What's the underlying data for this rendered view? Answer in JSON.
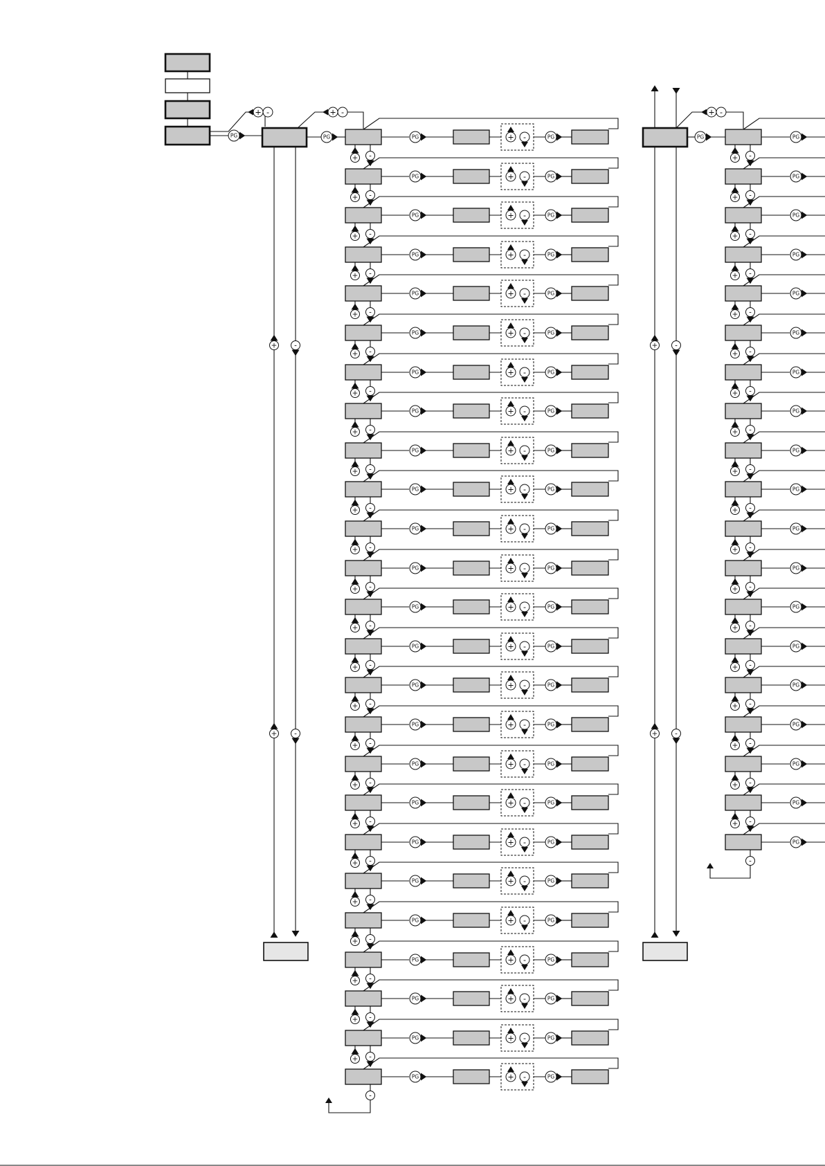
{
  "symbols": {
    "pg": "PG",
    "plus": "+",
    "minus": "-"
  },
  "stages": {
    "left_row_count": 25,
    "right_row_count": 19
  },
  "colors": {
    "box_fill": "#c8c8c8",
    "box_light_fill": "#e6e6e6",
    "line": "#111111",
    "background": "#ffffff"
  },
  "icons": [
    "pg-circle-icon",
    "plus-circle-icon",
    "minus-circle-icon",
    "arrow-triangle-icon"
  ]
}
